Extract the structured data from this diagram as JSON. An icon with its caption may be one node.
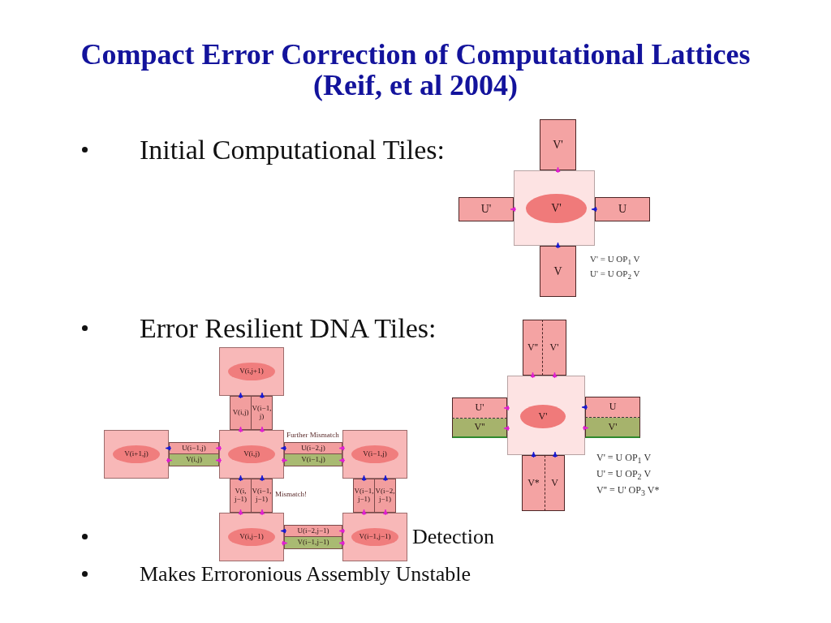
{
  "diagram": {
    "title": "Compact Error Correction of Computational Lattices (Reif, et al 2004)",
    "nodes": [
      {
        "text": [
          "V'"
        ]
      },
      {
        "text": [
          "U'"
        ]
      },
      {
        "text": [],
        "shape": "box"
      },
      {
        "text": [
          "V'"
        ],
        "in": 2
      },
      {
        "text": [
          "U"
        ]
      },
      {
        "text": [
          "V"
        ]
      },
      {
        "text": [
          "V''"
        ]
      },
      {
        "text": [
          "V'"
        ]
      },
      {
        "text": [
          "U'"
        ]
      },
      {
        "text": [
          "V''"
        ]
      },
      {
        "text": [],
        "shape": "box"
      },
      {
        "text": [
          "V'"
        ],
        "in": 10
      },
      {
        "text": [
          "U"
        ]
      },
      {
        "text": [
          "V'"
        ]
      },
      {
        "text": [
          "V*"
        ]
      },
      {
        "text": [
          "V"
        ]
      },
      {
        "text": [],
        "shape": "box"
      },
      {
        "text": [
          "V(i,j+1)"
        ],
        "in": 16
      },
      {
        "text": [
          "V(i,j)"
        ]
      },
      {
        "text": [
          "V(i−1,j)"
        ]
      },
      {
        "text": [],
        "shape": "box"
      },
      {
        "text": [
          "V(i+1,j)"
        ],
        "in": 20
      },
      {
        "text": [
          "U(i−1,j)"
        ]
      },
      {
        "text": [
          "V(i,j)"
        ]
      },
      {
        "text": [],
        "shape": "box"
      },
      {
        "text": [
          "V(i,j)"
        ],
        "in": 24
      },
      {
        "text": [
          "U(i−2,j)"
        ],
        "beside": [
          "Further Mismatch"
        ]
      },
      {
        "text": [
          "V(i−1,j)"
        ]
      },
      {
        "text": [],
        "shape": "box"
      },
      {
        "text": [
          "V(i−1,j)"
        ],
        "in": 28
      },
      {
        "text": [
          "V(i,j−1)"
        ]
      },
      {
        "text": [
          "V(i−1,j−1)"
        ],
        "beside": [
          "Mismatch!"
        ]
      },
      {
        "text": [
          "V(i−1,j−1)"
        ]
      },
      {
        "text": [
          "V(i−2,j−1)"
        ]
      },
      {
        "text": [],
        "shape": "box"
      },
      {
        "text": [
          "V(i,j−1)"
        ],
        "in": 34
      },
      {
        "text": [
          "U(i−2,j−1)"
        ]
      },
      {
        "text": [
          "V(i−1,j−1)"
        ]
      },
      {
        "text": [],
        "shape": "box"
      },
      {
        "text": [
          "V(i−1,j−1)"
        ],
        "in": 38
      }
    ],
    "edges": [
      {
        "from": 2,
        "to": 0,
        "arrow": "to",
        "color": "#e020d0"
      },
      {
        "from": 2,
        "to": 1,
        "arrow": "to",
        "color": "#e020d0"
      },
      {
        "from": 4,
        "to": 2,
        "arrow": "to",
        "color": "#1a1ad0"
      },
      {
        "from": 5,
        "to": 2,
        "arrow": "to",
        "color": "#1a1ad0"
      },
      {
        "from": 10,
        "to": 6,
        "arrow": "to",
        "color": "#e020d0"
      },
      {
        "from": 10,
        "to": 7,
        "arrow": "to",
        "color": "#e020d0"
      },
      {
        "from": 10,
        "to": 8,
        "arrow": "to",
        "color": "#e020d0"
      },
      {
        "from": 10,
        "to": 9,
        "arrow": "to",
        "color": "#e020d0"
      },
      {
        "from": 12,
        "to": 10,
        "arrow": "to",
        "color": "#1a1ad0"
      },
      {
        "from": 10,
        "to": 13,
        "arrow": "to",
        "color": "#e020d0"
      },
      {
        "from": 14,
        "to": 10,
        "arrow": "to",
        "color": "#1a1ad0"
      },
      {
        "from": 15,
        "to": 10,
        "arrow": "to",
        "color": "#1a1ad0"
      },
      {
        "from": 24,
        "to": 18,
        "arrow": "to",
        "color": "#e020d0"
      },
      {
        "from": 18,
        "to": 16,
        "arrow": "to",
        "color": "#1a1ad0"
      },
      {
        "from": 24,
        "to": 19,
        "arrow": "to",
        "color": "#e020d0"
      },
      {
        "from": 19,
        "to": 16,
        "arrow": "to",
        "color": "#1a1ad0"
      },
      {
        "from": 24,
        "to": 22,
        "arrow": "to",
        "color": "#e020d0"
      },
      {
        "from": 22,
        "to": 20,
        "arrow": "to",
        "color": "#1a1ad0"
      },
      {
        "from": 20,
        "to": 23,
        "arrow": "to",
        "color": "#e020d0"
      },
      {
        "from": 24,
        "to": 23,
        "arrow": "to",
        "color": "#e020d0"
      },
      {
        "from": 28,
        "to": 26,
        "arrow": "to",
        "color": "#e020d0"
      },
      {
        "from": 26,
        "to": 24,
        "arrow": "to",
        "color": "#1a1ad0"
      },
      {
        "from": 24,
        "to": 27,
        "arrow": "to",
        "color": "#e020d0"
      },
      {
        "from": 28,
        "to": 27,
        "arrow": "to",
        "color": "#e020d0"
      },
      {
        "from": 34,
        "to": 30,
        "arrow": "to",
        "color": "#e020d0"
      },
      {
        "from": 30,
        "to": 24,
        "arrow": "to",
        "color": "#1a1ad0"
      },
      {
        "from": 34,
        "to": 31,
        "arrow": "to",
        "color": "#e020d0"
      },
      {
        "from": 31,
        "to": 24,
        "arrow": "to",
        "color": "#1a1ad0"
      },
      {
        "from": 38,
        "to": 32,
        "arrow": "to",
        "color": "#e020d0"
      },
      {
        "from": 32,
        "to": 28,
        "arrow": "to",
        "color": "#1a1ad0"
      },
      {
        "from": 38,
        "to": 33,
        "arrow": "to",
        "color": "#e020d0"
      },
      {
        "from": 33,
        "to": 28,
        "arrow": "to",
        "color": "#1a1ad0"
      },
      {
        "from": 38,
        "to": 36,
        "arrow": "to",
        "color": "#e020d0"
      },
      {
        "from": 36,
        "to": 34,
        "arrow": "to",
        "color": "#1a1ad0"
      },
      {
        "from": 34,
        "to": 37,
        "arrow": "to",
        "color": "#e020d0"
      },
      {
        "from": 38,
        "to": 37,
        "arrow": "to",
        "color": "#e020d0"
      }
    ],
    "labels": [
      "Initial Computational Tiles:",
      "V' = U OP$_{1}$ V",
      "U' = U OP$_{2}$ V",
      "Error Resilient DNA Tiles:",
      "V' = U OP$_{1}$ V",
      "U' = U OP$_{2}$ V",
      "V'' = U' OP$_{3}$ V*",
      "Detection",
      "Makes Erroronious Assembly Unstable"
    ]
  }
}
